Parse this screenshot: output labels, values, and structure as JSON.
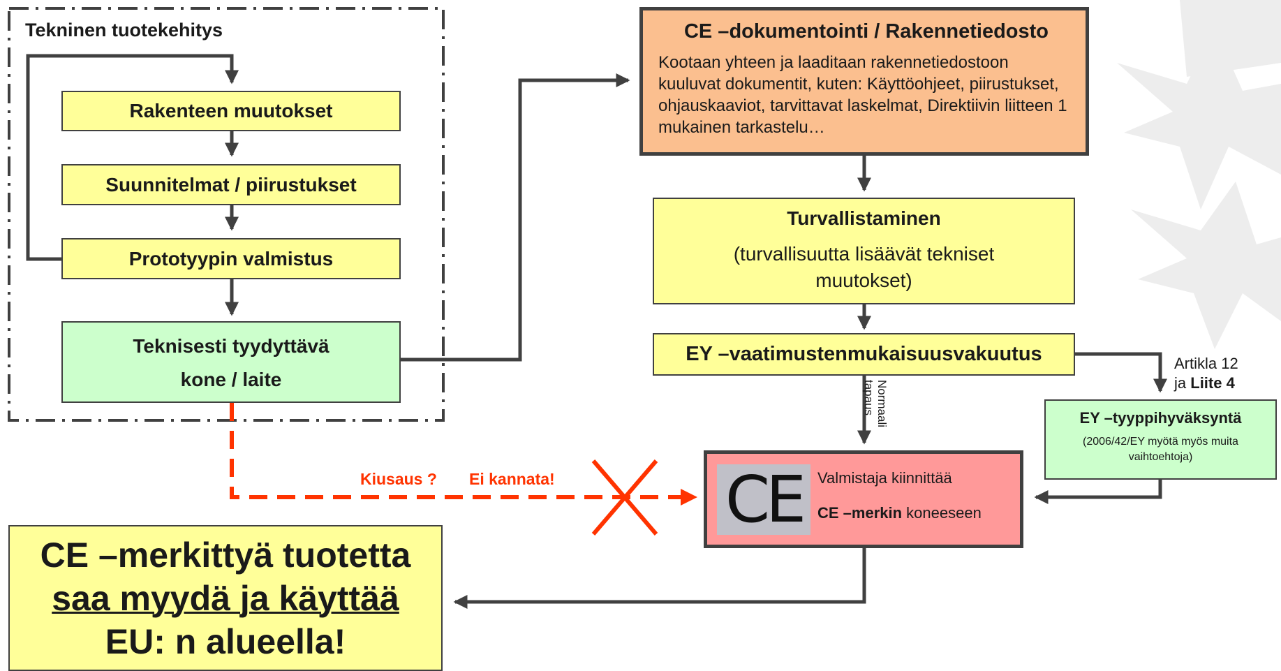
{
  "group": {
    "title": "Tekninen tuotekehitys"
  },
  "steps": {
    "rakenne": "Rakenteen muutokset",
    "suunnitelmat": "Suunnitelmat / piirustukset",
    "prototyyppi": "Prototyypin valmistus",
    "tyydyttava_l1": "Teknisesti tyydyttävä",
    "tyydyttava_l2": "kone / laite"
  },
  "ce_doc": {
    "title": "CE –dokumentointi / Rakennetiedosto",
    "body": "Kootaan yhteen ja laaditaan rakennetiedostoon kuuluvat dokumentit, kuten: Käyttöohjeet, piirustukset, ohjauskaaviot, tarvittavat laskelmat, Direktiivin liitteen 1 mukainen tarkastelu…"
  },
  "turva": {
    "title": "Turvallistaminen",
    "body": "(turvallisuutta lisäävät tekniset muutokset)"
  },
  "ey_vakuutus": "EY –vaatimustenmukaisuusvakuutus",
  "normaali": {
    "l1": "Normaali",
    "l2": "tapaus"
  },
  "artikla": {
    "l1": "Artikla 12",
    "l2_prefix": "ja ",
    "l2_bold": "Liite 4"
  },
  "ey_tyyppi": {
    "title": "EY –tyyppihyväksyntä",
    "note": "(2006/42/EY myötä myös muita vaihtoehtoja)"
  },
  "kiusaus": {
    "label": "Kiusaus ?",
    "ei": "Ei kannata!"
  },
  "ce_mark": {
    "symbol": "CE",
    "l1": "Valmistaja kiinnittää",
    "l2_bold": "CE –merkin",
    "l2_rest": " koneeseen"
  },
  "final": {
    "l1": "CE –merkittyä tuotetta",
    "l2": "saa myydä ja käyttää",
    "l3": "EU: n alueella!"
  },
  "colors": {
    "yellow": "#ffff99",
    "green": "#ccffcc",
    "orange": "#fbbf8f",
    "pink": "#ff9999",
    "red_dash": "#ff3300",
    "line": "#404040"
  }
}
